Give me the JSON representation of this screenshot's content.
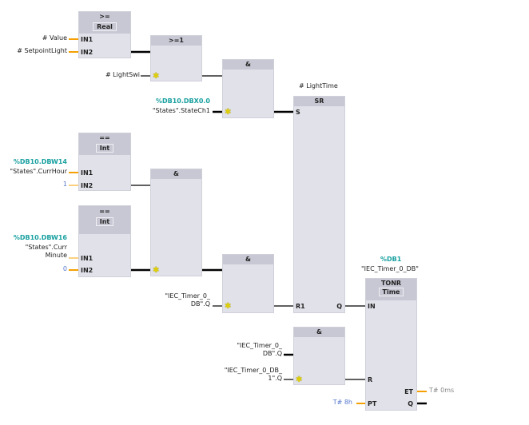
{
  "blocks": {
    "cmp_ge": {
      "op": ">=",
      "type": "Real",
      "in1": "IN1",
      "in2": "IN2"
    },
    "or1": {
      "op": ">=1"
    },
    "and1": {
      "op": "&"
    },
    "sr": {
      "op": "SR",
      "s": "S",
      "r1": "R1",
      "q": "Q",
      "instance": "# LightTime"
    },
    "cmp_eq1": {
      "op": "==",
      "type": "Int",
      "in1": "IN1",
      "in2": "IN2"
    },
    "and2": {
      "op": "&"
    },
    "cmp_eq2": {
      "op": "==",
      "type": "Int",
      "in1": "IN1",
      "in2": "IN2"
    },
    "and3": {
      "op": "&"
    },
    "and4": {
      "op": "&"
    },
    "tonr": {
      "op": "TONR",
      "type": "Time",
      "in": "IN",
      "r": "R",
      "pt": "PT",
      "et": "ET",
      "q": "Q",
      "address": "%DB1",
      "instance": "\"IEC_Timer_0_DB\""
    }
  },
  "operands": {
    "value": "# Value",
    "setpoint": "# SetpointLight",
    "lightswi": "# LightSwi",
    "statech1_addr": "%DB10.DBX0.0",
    "statech1": "\"States\".StateCh1",
    "currhour_addr": "%DB10.DBW14",
    "currhour": "\"States\".CurrHour",
    "hour_const": "1",
    "currmin_addr": "%DB10.DBW16",
    "currmin_1": "\"States\".Curr",
    "currmin_2": "Minute",
    "min_const": "0",
    "timer_q_1": "\"IEC_Timer_0_",
    "timer_q_2": "DB\".Q",
    "timer_q_b1": "\"IEC_Timer_0_",
    "timer_q_b2": "DB\".Q",
    "timer1_q_1": "\"IEC_Timer_0_DB_",
    "timer1_q_2": "1\".Q",
    "pt_value": "T# 8h",
    "et_value": "T# 0ms"
  },
  "colors": {
    "wire_bool": "#000000",
    "wire_value": "#f5a000",
    "address": "#1aa0a0",
    "constant": "#5577cc"
  }
}
